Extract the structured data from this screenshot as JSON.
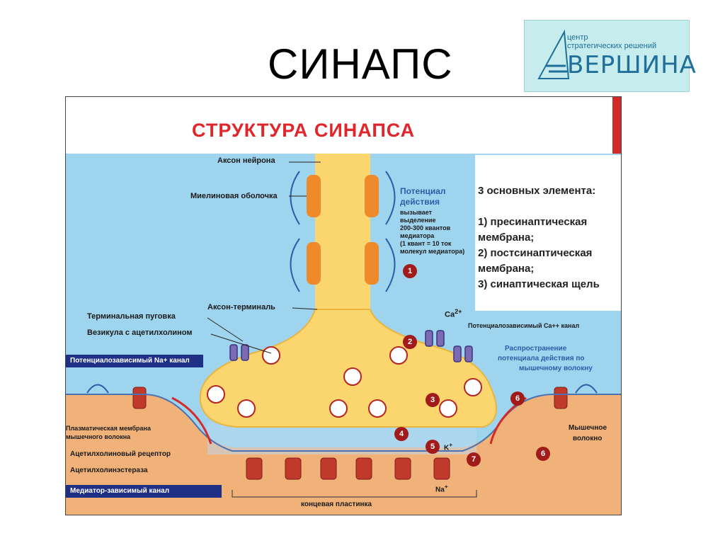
{
  "slide": {
    "title": "СИНАПС"
  },
  "logo": {
    "line1": "центр",
    "line2": "стратегических решений",
    "name": "ВЕРШИНА"
  },
  "diagram": {
    "title": "СТРУКТУРА СИНАПСА",
    "labels": {
      "axon": "Аксон нейрона",
      "myelin": "Миелиновая оболочка",
      "potential_title_1": "Потенциал",
      "potential_title_2": "действия",
      "potential_desc_1": "вызывает",
      "potential_desc_2": "выделение",
      "potential_desc_3": "200-300 квантов",
      "potential_desc_4": "медиатора",
      "potential_desc_5": "(1 квант = 10 ток",
      "potential_desc_6": "молекул медиатора)",
      "axon_terminal": "Аксон-терминаль",
      "terminal_button": "Терминальная пуговка",
      "vesicle": "Везикула с ацетилхолином",
      "ca_ion": "Ca",
      "ca_charge": "2+",
      "ca_channel": "Потенциалозависимый Ca++ канал",
      "na_channel": "Потенциалозависимый Na+ канал",
      "propagation_1": "Распространение",
      "propagation_2": "потенциала действия по",
      "propagation_3": "мышечному волокну",
      "plasma_membrane_1": "Плазматическая мембрана",
      "plasma_membrane_2": "мышечного волокна",
      "ach_receptor": "Ацетилхолиновый рецептор",
      "ach_esterase": "Ацетилхолинэстераза",
      "mediator_channel": "Медиатор-зависимый канал",
      "end_plate": "концевая пластинка",
      "muscle_fiber_1": "Мышечное",
      "muscle_fiber_2": "волокно",
      "k_ion": "K",
      "k_charge": "+",
      "na_ion": "Na",
      "na_charge": "+"
    },
    "elements_box": {
      "heading": "3 основных элемента:",
      "item1_a": "1) пресинаптическая",
      "item1_b": "мембрана;",
      "item2_a": "2) постсинаптическая",
      "item2_b": "мембрана;",
      "item3": "3) синаптическая щель"
    },
    "step_numbers": [
      "1",
      "2",
      "3",
      "4",
      "5",
      "6",
      "6",
      "7"
    ]
  },
  "colors": {
    "title_red": "#e0262b",
    "bg_blue": "#9fd4ef",
    "muscle": "#f1b27a",
    "axon": "#fbd66f",
    "myelin": "#ef8a2a",
    "bar_navy": "#1f2f86"
  }
}
